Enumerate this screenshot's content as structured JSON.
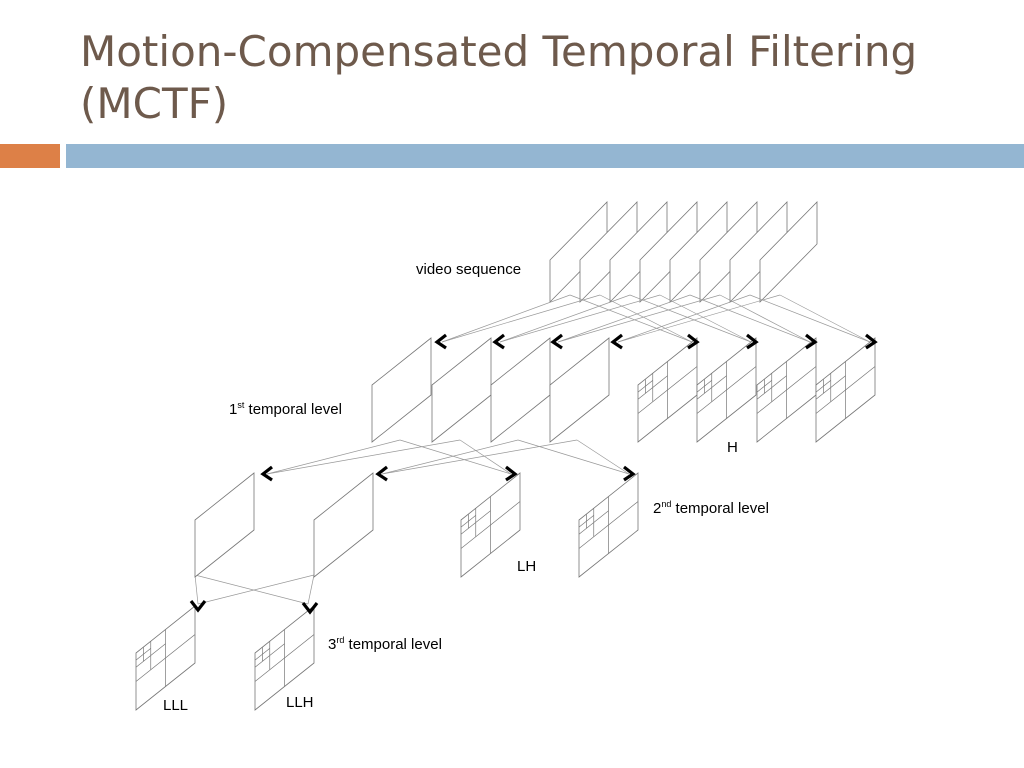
{
  "slide": {
    "title_line1": "Motion-Compensated Temporal Filtering",
    "title_line2": "(MCTF)"
  },
  "colors": {
    "title": "#6e5a4c",
    "accent_orange": "#dd8047",
    "accent_blue": "#94b6d2"
  },
  "diagram": {
    "labels": {
      "video_sequence": "video sequence",
      "level1": {
        "num": "1",
        "sup": "st",
        "text": " temporal level"
      },
      "level2": {
        "num": "2",
        "sup": "nd",
        "text": " temporal level"
      },
      "level3": {
        "num": "3",
        "sup": "rd",
        "text": " temporal level"
      },
      "h": "H",
      "lh": "LH",
      "lll": "LLL",
      "llh": "LLH"
    }
  }
}
